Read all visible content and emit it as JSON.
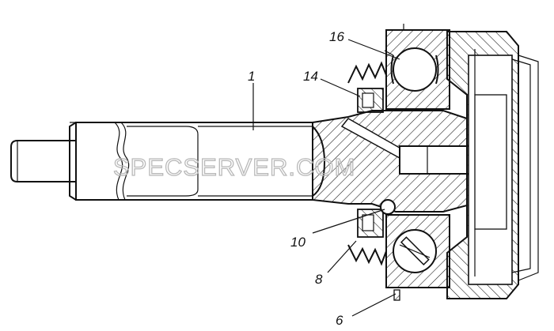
{
  "callouts": {
    "shaft": "1",
    "seal_ring": "14",
    "bearing": "16",
    "ball": "10",
    "gear_rim": "8",
    "plug": "6"
  },
  "watermark": "SPECSERVER.COM",
  "colors": {
    "line": "#111111",
    "hatch": "#111111",
    "background": "#ffffff",
    "watermark": "#b9b9b9"
  }
}
